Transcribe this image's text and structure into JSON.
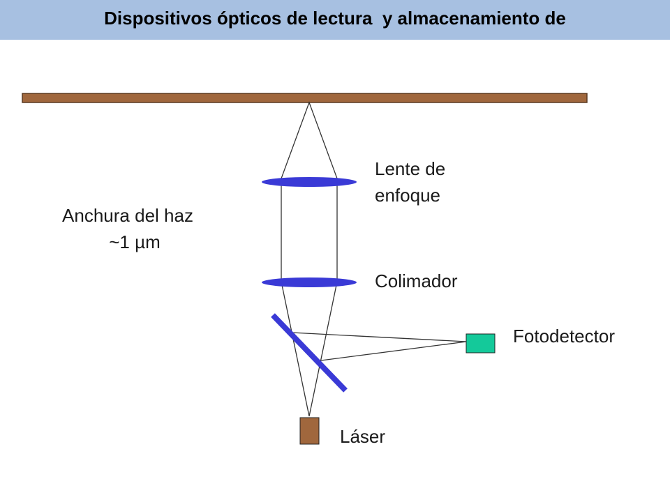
{
  "header": {
    "title": "Dispositivos ópticos de lectura  y almacenamiento de"
  },
  "diagram": {
    "labels": {
      "lens_line1": "Lente de",
      "lens_line2": "enfoque",
      "collimator": "Colimador",
      "photodetector": "Fotodetector",
      "laser": "Láser",
      "beam_width_line1": "Anchura del haz",
      "beam_width_line2": "~1 µm"
    },
    "colors": {
      "disc": "#a0673d",
      "lens": "#3a3ad6",
      "mirror": "#3a3ad6",
      "photodetector": "#14c99a",
      "laser": "#a0673d",
      "beam": "#333333"
    }
  }
}
